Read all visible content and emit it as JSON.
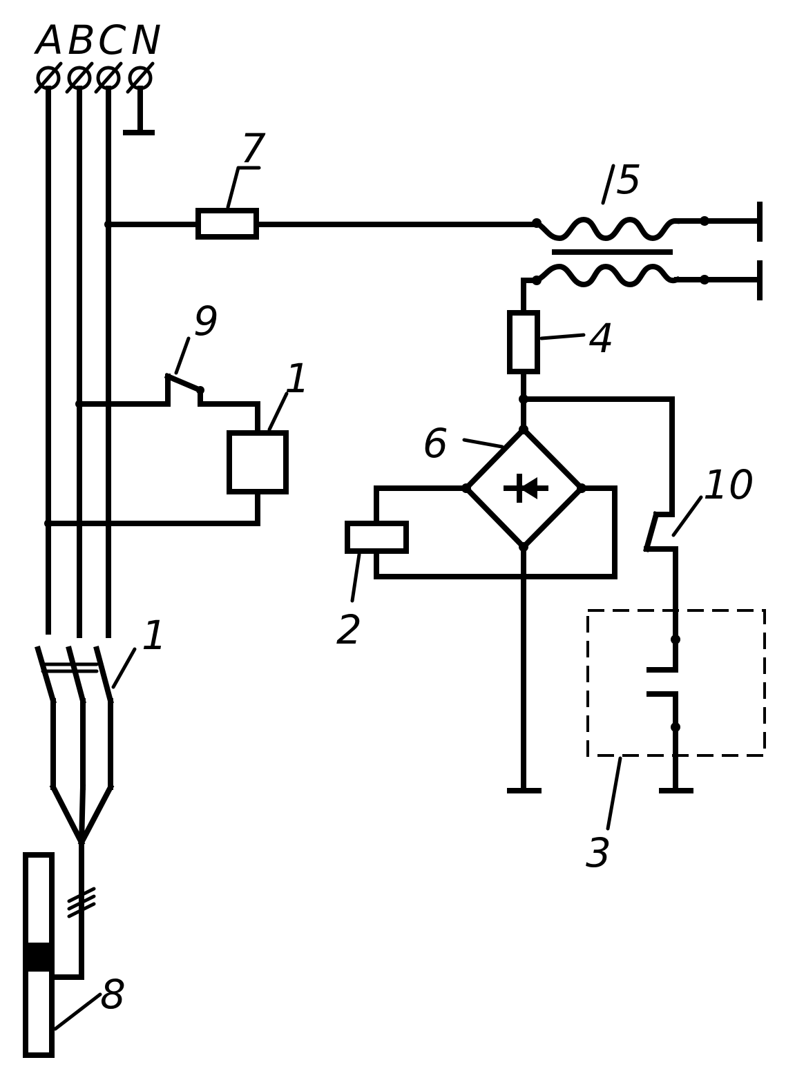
{
  "terminals": [
    "A",
    "B",
    "C",
    "N"
  ],
  "labels": {
    "l1a": "1",
    "l1b": "1",
    "l2": "2",
    "l3": "3",
    "l4": "4",
    "l5": "5",
    "l6": "6",
    "l7": "7",
    "l8": "8",
    "l9": "9",
    "l10": "10"
  }
}
